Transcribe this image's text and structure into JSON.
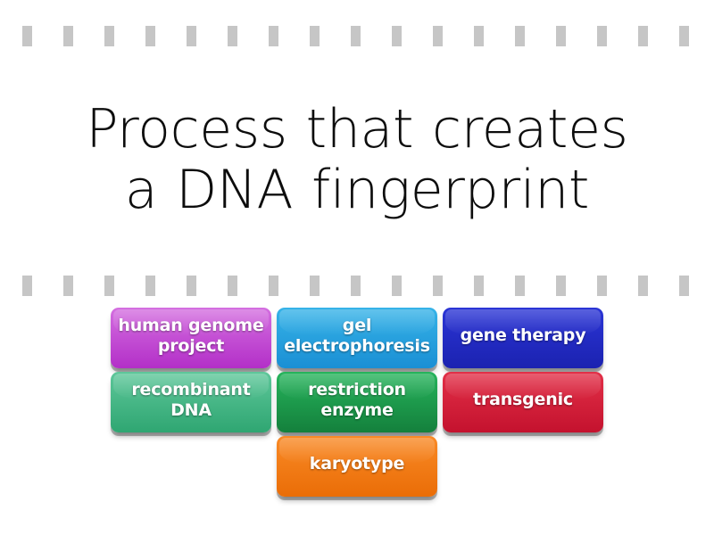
{
  "page": {
    "background_color": "#ffffff",
    "separator_color": "#c6c6c6"
  },
  "question": {
    "text": "Process that creates a DNA fingerprint"
  },
  "answers": {
    "rows": [
      [
        {
          "label": "human genome project",
          "color_top": "#d46fe0",
          "color_bottom": "#b32fc8",
          "name": "answer-tile-human-genome-project"
        },
        {
          "label": "gel electrophoresis",
          "color_top": "#36b3e8",
          "color_bottom": "#1a8fd4",
          "name": "answer-tile-gel-electrophoresis"
        },
        {
          "label": "gene therapy",
          "color_top": "#2b35d6",
          "color_bottom": "#1b22b0",
          "name": "answer-tile-gene-therapy"
        }
      ],
      [
        {
          "label": "recombinant DNA",
          "color_top": "#5ec79a",
          "color_bottom": "#2fa672",
          "name": "answer-tile-recombinant-dna"
        },
        {
          "label": "restriction enzyme",
          "color_top": "#26b45c",
          "color_bottom": "#14803c",
          "name": "answer-tile-restriction-enzyme"
        },
        {
          "label": "transgenic",
          "color_top": "#e23048",
          "color_bottom": "#c4122e",
          "name": "answer-tile-transgenic"
        }
      ],
      [
        {
          "label": "karyotype",
          "color_top": "#f98a26",
          "color_bottom": "#ea6d07",
          "name": "answer-tile-karyotype"
        }
      ]
    ]
  }
}
